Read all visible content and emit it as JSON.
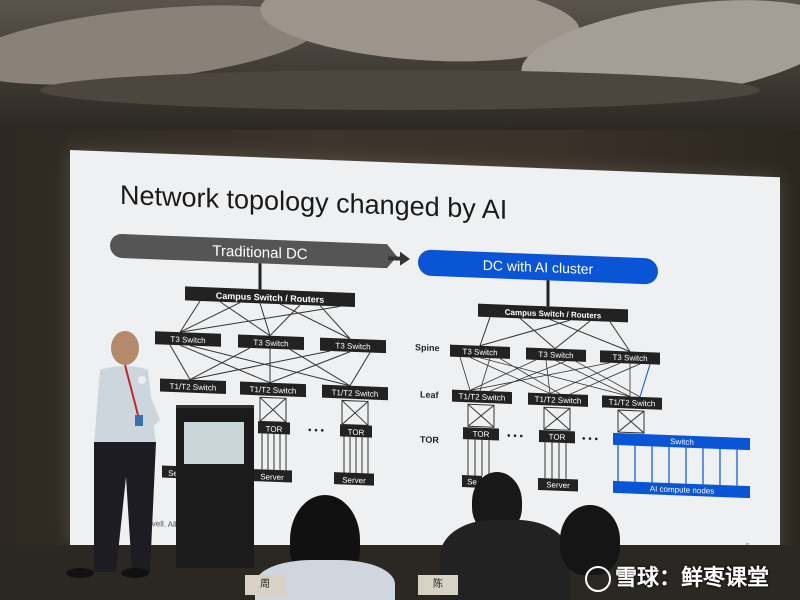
{
  "slide": {
    "title": "Network topology changed by AI",
    "page_number": "5",
    "footer": "Marvell. All",
    "traditional": {
      "banner": "Traditional DC",
      "campus": "Campus Switch / Routers",
      "t3": [
        "T3 Switch",
        "T3 Switch",
        "T3 Switch"
      ],
      "t1t2": [
        "T1/T2 Switch",
        "T1/T2 Switch",
        "T1/T2 Switch"
      ],
      "tor": [
        "TOR",
        "TOR"
      ],
      "server": [
        "Se",
        "Server",
        "Server"
      ]
    },
    "ai": {
      "banner": "DC with AI cluster",
      "campus": "Campus Switch / Routers",
      "spine_label": "Spine",
      "leaf_label": "Leaf",
      "tor_label": "TOR",
      "t3": [
        "T3 Switch",
        "T3 Switch",
        "T3 Switch"
      ],
      "t1t2": [
        "T1/T2 Switch",
        "T1/T2 Switch",
        "T1/T2 Switch"
      ],
      "tor": [
        "TOR",
        "TOR"
      ],
      "server": [
        "Se",
        "Server"
      ],
      "switch": "Switch",
      "compute": "AI compute nodes"
    },
    "ellipsis": "• • •"
  },
  "audience": {
    "name_card_1": "周",
    "name_card_2": "陈"
  },
  "watermark": {
    "text": "雪球：鲜枣课堂"
  },
  "colors": {
    "ai_blue": "#0a55d6",
    "gray_banner": "#5a5a5a",
    "box_dark": "#222222"
  }
}
